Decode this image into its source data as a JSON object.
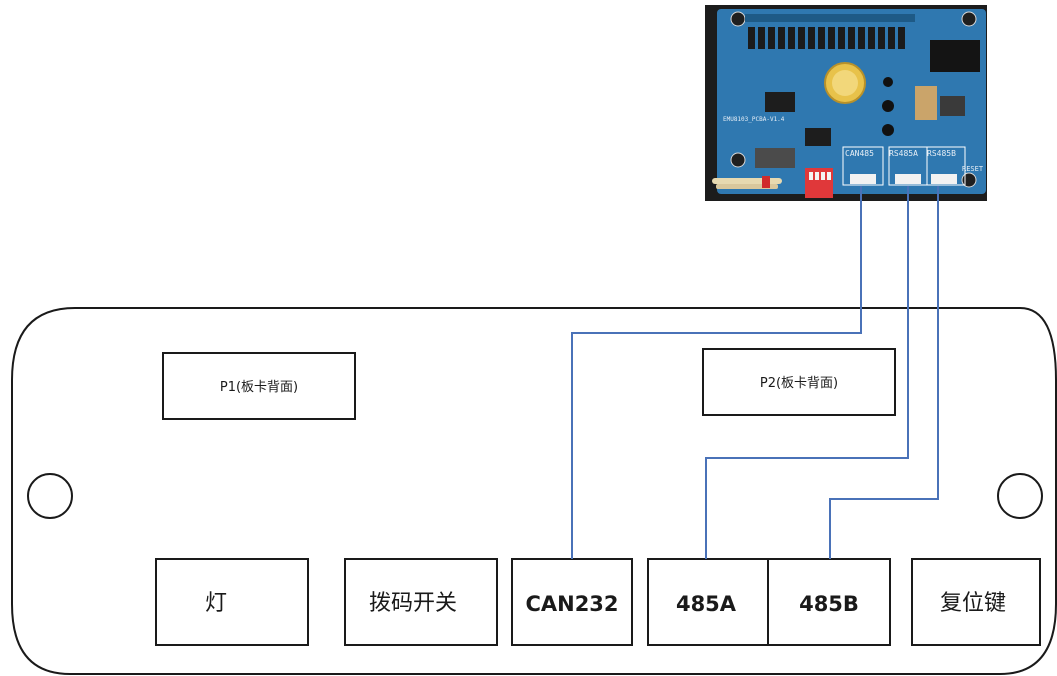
{
  "colors": {
    "wire": "#4a72b8",
    "outline": "#1a1a1a",
    "pcb_board": "#2f78b0",
    "pcb_dark": "#1b1b1b",
    "coin_cell": "#e8c24a",
    "dip_switch": "#e0383a"
  },
  "board_photo": {
    "silkscreen_model": "EMU8103_PCBA-V1.4",
    "port_labels": [
      "CAN485",
      "RS485A",
      "RS485B",
      "RESET"
    ]
  },
  "panel": {
    "p1_label": "P1(板卡背面)",
    "p2_label": "P2(板卡背面)",
    "connectors": [
      {
        "label": "灯"
      },
      {
        "label": "拨码开关"
      },
      {
        "label": "CAN232"
      },
      {
        "label": "485A"
      },
      {
        "label": "485B"
      },
      {
        "label": "复位键"
      }
    ]
  }
}
